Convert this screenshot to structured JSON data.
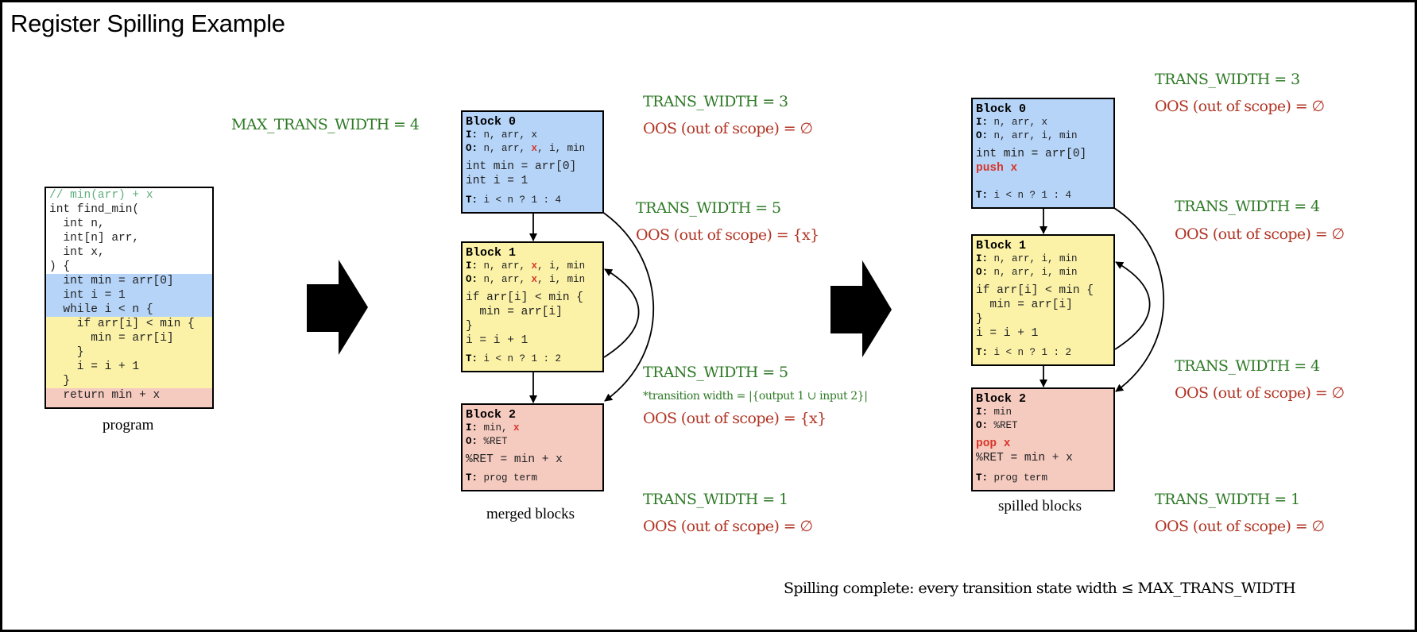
{
  "title": "Register Spilling Example",
  "max_trans_width_label": "MAX_TRANS_WIDTH = 4",
  "program": {
    "caption": "program",
    "lines": [
      {
        "text": "// min(arr) + x",
        "kind": "comment",
        "region": "none"
      },
      {
        "text": "int find_min(",
        "kind": "code",
        "region": "none"
      },
      {
        "text": "  int n,",
        "kind": "code",
        "region": "none"
      },
      {
        "text": "  int[n] arr,",
        "kind": "code",
        "region": "none"
      },
      {
        "text": "  int x,",
        "kind": "code",
        "region": "none"
      },
      {
        "text": ") {",
        "kind": "code",
        "region": "none"
      },
      {
        "text": "  int min = arr[0]",
        "kind": "code",
        "region": "block0"
      },
      {
        "text": "  int i = 1",
        "kind": "code",
        "region": "block0"
      },
      {
        "text": "  while i < n {",
        "kind": "code",
        "region": "block0"
      },
      {
        "text": "    if arr[i] < min {",
        "kind": "code",
        "region": "block1"
      },
      {
        "text": "      min = arr[i]",
        "kind": "code",
        "region": "block1"
      },
      {
        "text": "    }",
        "kind": "code",
        "region": "block1"
      },
      {
        "text": "    i = i + 1",
        "kind": "code",
        "region": "block1"
      },
      {
        "text": "  }",
        "kind": "code",
        "region": "block1"
      },
      {
        "text": "  return min + x",
        "kind": "code",
        "region": "block2"
      }
    ]
  },
  "merged": {
    "caption": "merged blocks",
    "blocks": [
      {
        "name": "Block 0",
        "input_label": "I:",
        "input": "n, arr, x",
        "output_label": "O:",
        "output_pre": "n, arr, ",
        "output_red": "x",
        "output_post": ", i, min",
        "code": [
          "int min = arr[0]",
          "int i = 1"
        ],
        "term_label": "T:",
        "term": "i < n ? 1 : 4"
      },
      {
        "name": "Block 1",
        "input_label": "I:",
        "input_pre": "n, arr, ",
        "input_red": "x",
        "input_post": ", i, min",
        "output_label": "O:",
        "output_pre": "n, arr, ",
        "output_red": "x",
        "output_post": ", i, min",
        "code": [
          "if arr[i] < min {",
          "  min = arr[i]",
          "}",
          "i = i + 1"
        ],
        "term_label": "T:",
        "term": "i < n ? 1 : 2"
      },
      {
        "name": "Block 2",
        "input_label": "I:",
        "input_pre": "min, ",
        "input_red": "x",
        "output_label": "O:",
        "output": "%RET",
        "code": [
          "%RET = min + x"
        ],
        "term_label": "T:",
        "term": "prog term"
      }
    ],
    "transitions": [
      {
        "trans_width": "TRANS_WIDTH = 3",
        "oos": "OOS (out of scope) = ∅"
      },
      {
        "trans_width": "TRANS_WIDTH = 5",
        "oos": "OOS (out of scope) = {x}"
      },
      {
        "trans_width": "TRANS_WIDTH = 5",
        "note": "*transition width = |{output 1 ∪ input 2}|",
        "oos": "OOS (out of scope) = {x}"
      },
      {
        "trans_width": "TRANS_WIDTH = 1",
        "oos": "OOS (out of scope) = ∅"
      }
    ]
  },
  "spilled": {
    "caption": "spilled blocks",
    "blocks": [
      {
        "name": "Block 0",
        "input_label": "I:",
        "input": "n, arr, x",
        "output_label": "O:",
        "output": "n, arr, i, min",
        "code": [
          "int min = arr[0]"
        ],
        "spill_op": "push x",
        "term_label": "T:",
        "term": "i < n ? 1 : 4"
      },
      {
        "name": "Block 1",
        "input_label": "I:",
        "input": "n, arr, i, min",
        "output_label": "O:",
        "output": "n, arr, i, min",
        "code": [
          "if arr[i] < min {",
          "  min = arr[i]",
          "}",
          "i = i + 1"
        ],
        "term_label": "T:",
        "term": "i < n ? 1 : 2"
      },
      {
        "name": "Block 2",
        "input_label": "I:",
        "input": "min",
        "output_label": "O:",
        "output": "%RET",
        "spill_op": "pop x",
        "code": [
          "%RET = min + x"
        ],
        "term_label": "T:",
        "term": "prog term"
      }
    ],
    "transitions": [
      {
        "trans_width": "TRANS_WIDTH = 3",
        "oos": "OOS (out of scope) = ∅"
      },
      {
        "trans_width": "TRANS_WIDTH = 4",
        "oos": "OOS (out of scope) = ∅"
      },
      {
        "trans_width": "TRANS_WIDTH = 4",
        "oos": "OOS (out of scope) = ∅"
      },
      {
        "trans_width": "TRANS_WIDTH = 1",
        "oos": "OOS (out of scope) = ∅"
      }
    ]
  },
  "conclusion": {
    "prefix": "Spilling complete: every transition state width ",
    "symbol": "≤",
    "suffix": " MAX_TRANS_WIDTH"
  },
  "colors": {
    "block0": "#b5d4f8",
    "block1": "#fbf2a8",
    "block2": "#f5cbc0",
    "trans_green": "#2e7a26",
    "oos_red": "#b13424",
    "spill_red": "#d8362a"
  }
}
